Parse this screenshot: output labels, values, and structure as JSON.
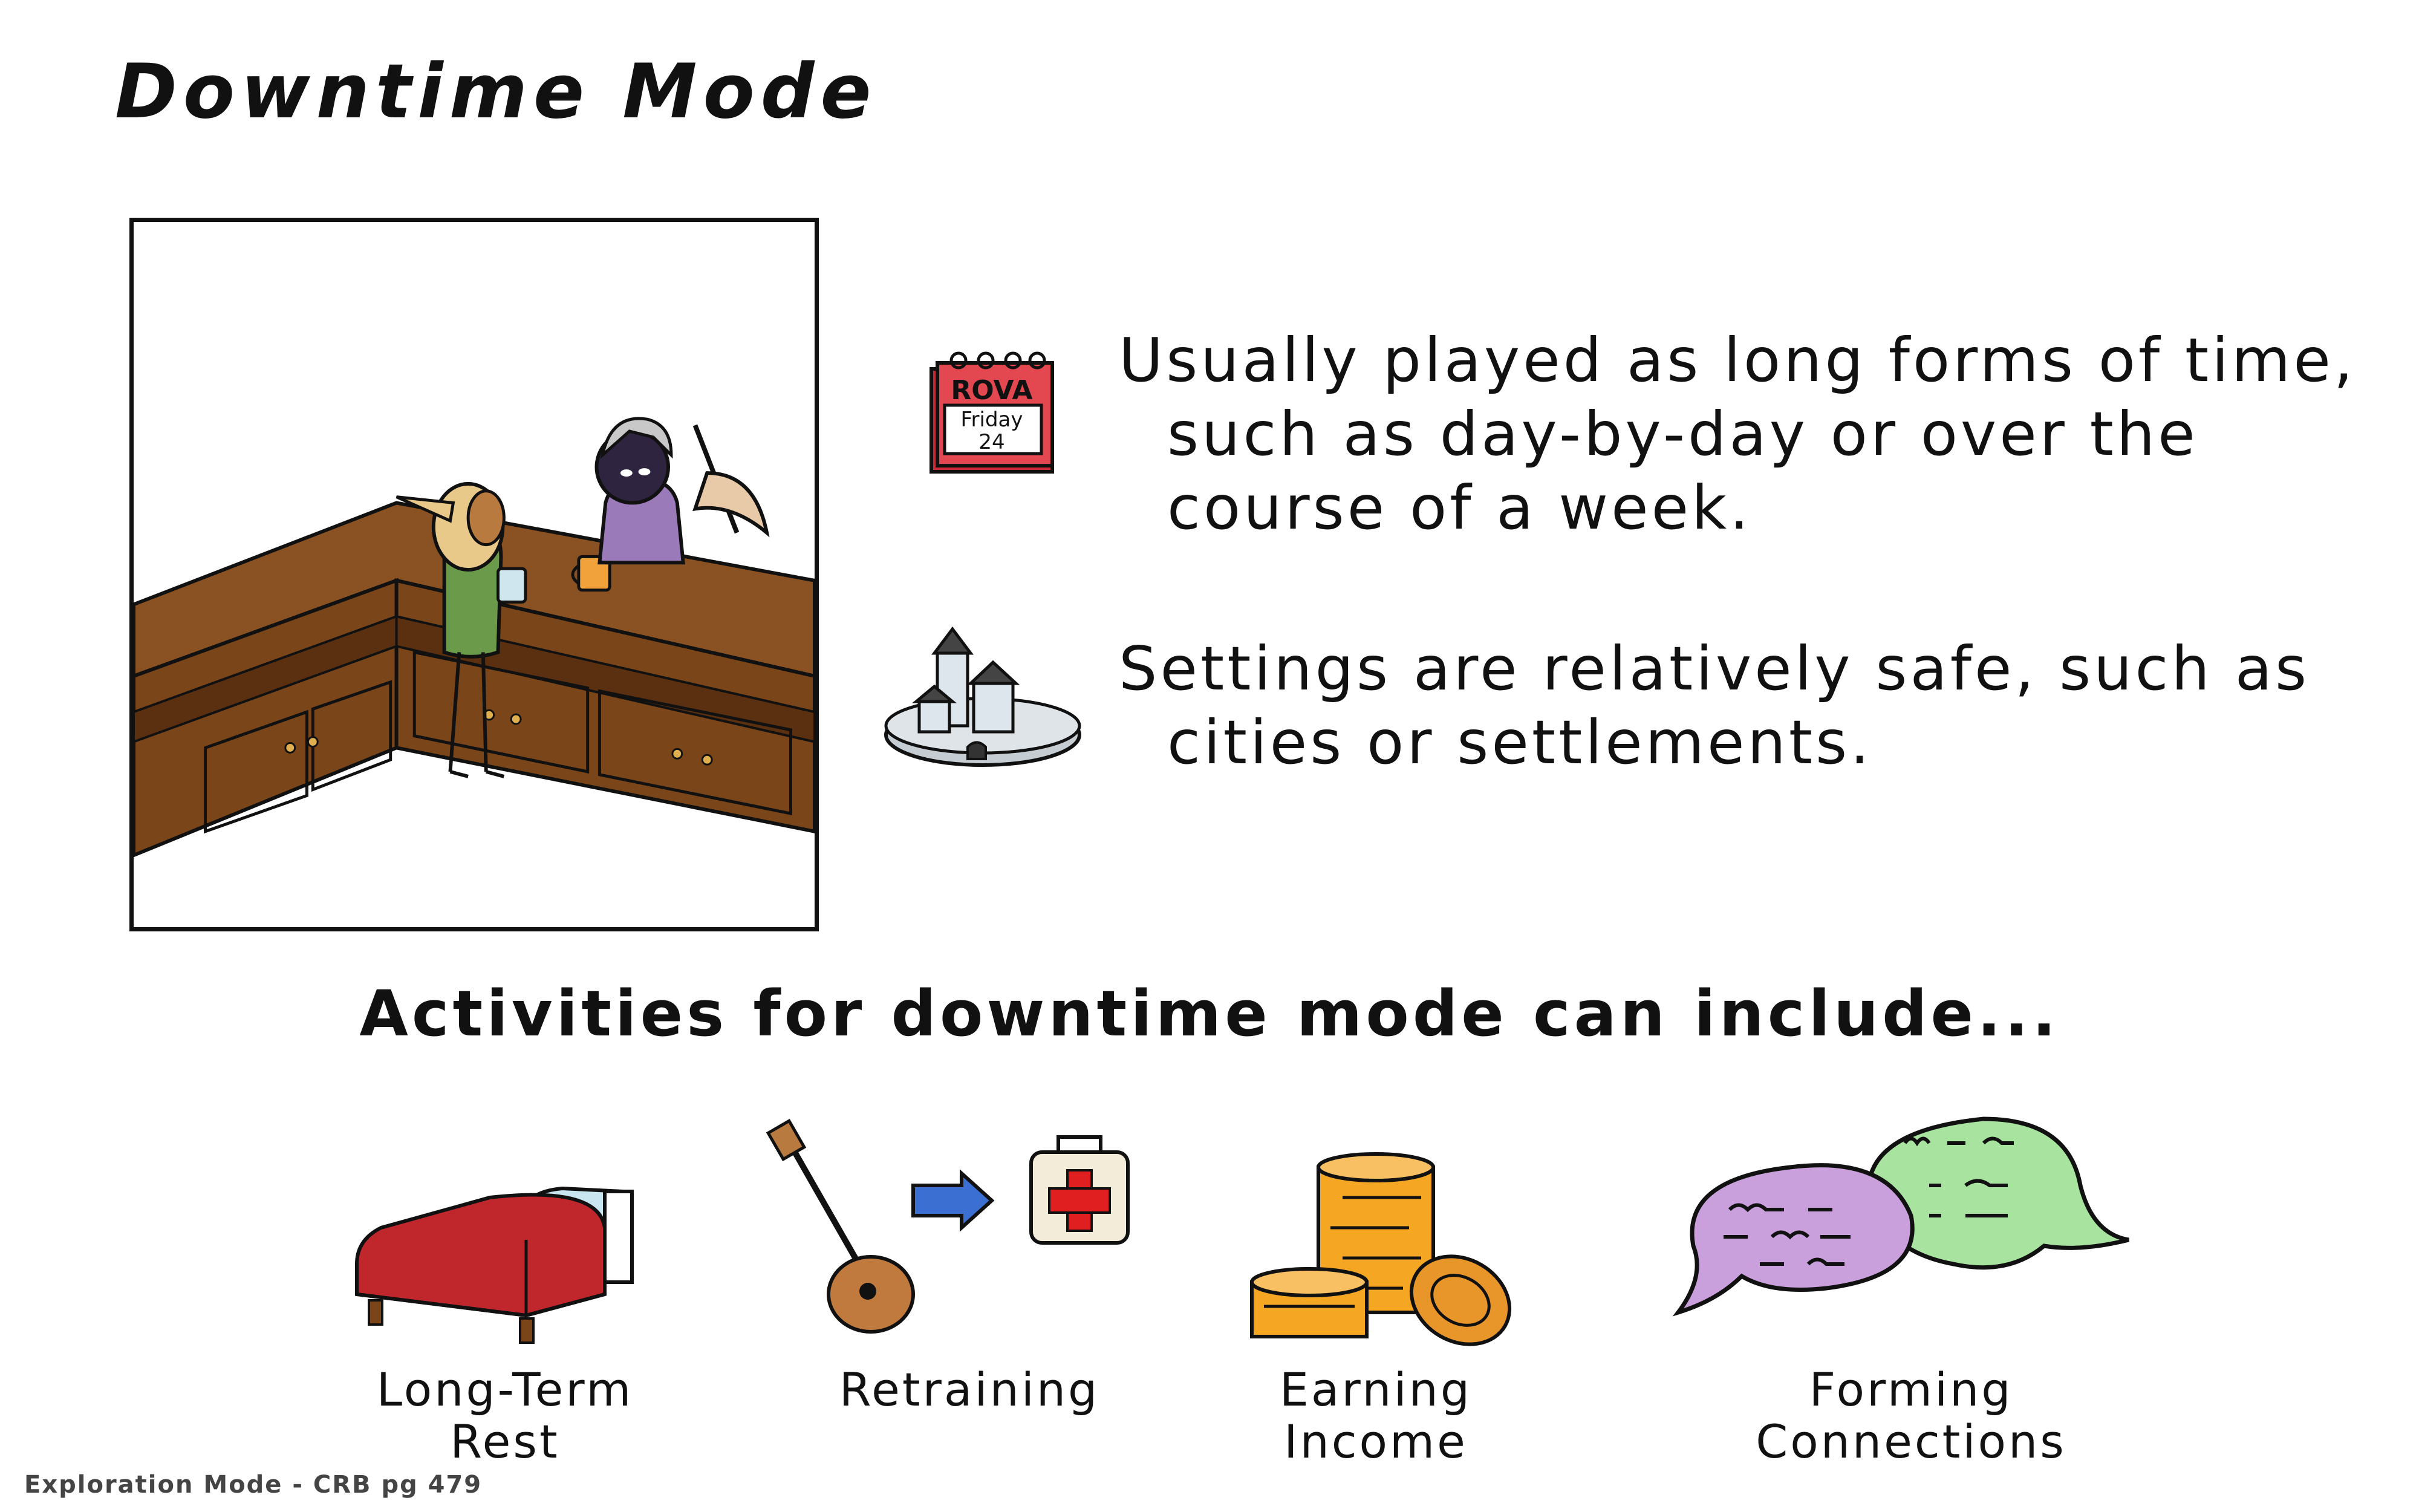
{
  "title": "Downtime Mode",
  "bullets": [
    {
      "icon": "calendar-icon",
      "calendar_text": {
        "header": "ROVA",
        "day": "Friday",
        "date": "24"
      },
      "lines": [
        "Usually played as long forms of time,",
        "such as day-by-day or over the",
        "course of a week."
      ]
    },
    {
      "icon": "walled-city-icon",
      "lines": [
        "Settings are relatively safe, such as",
        "cities or settlements."
      ]
    }
  ],
  "activities_heading": "Activities for downtime mode can include...",
  "activities": [
    {
      "icon": "bed-icon",
      "label_lines": [
        "Long-Term",
        "Rest"
      ]
    },
    {
      "icon": "lute-to-medkit-icon",
      "label_lines": [
        "Retraining"
      ]
    },
    {
      "icon": "coin-stack-icon",
      "label_lines": [
        "Earning",
        "Income"
      ]
    },
    {
      "icon": "speech-bubbles-icon",
      "label_lines": [
        "Forming",
        "Connections"
      ]
    }
  ],
  "footer": "Exploration Mode - CRB pg 479",
  "colors": {
    "bar_wood": "#8a5222",
    "bed_red": "#c0272d",
    "coin_orange": "#f5a623",
    "bubble_purple": "#c9a0dc",
    "bubble_green": "#a8e4a0",
    "arrow_blue": "#3b6fd1",
    "medkit_red": "#e02020"
  }
}
